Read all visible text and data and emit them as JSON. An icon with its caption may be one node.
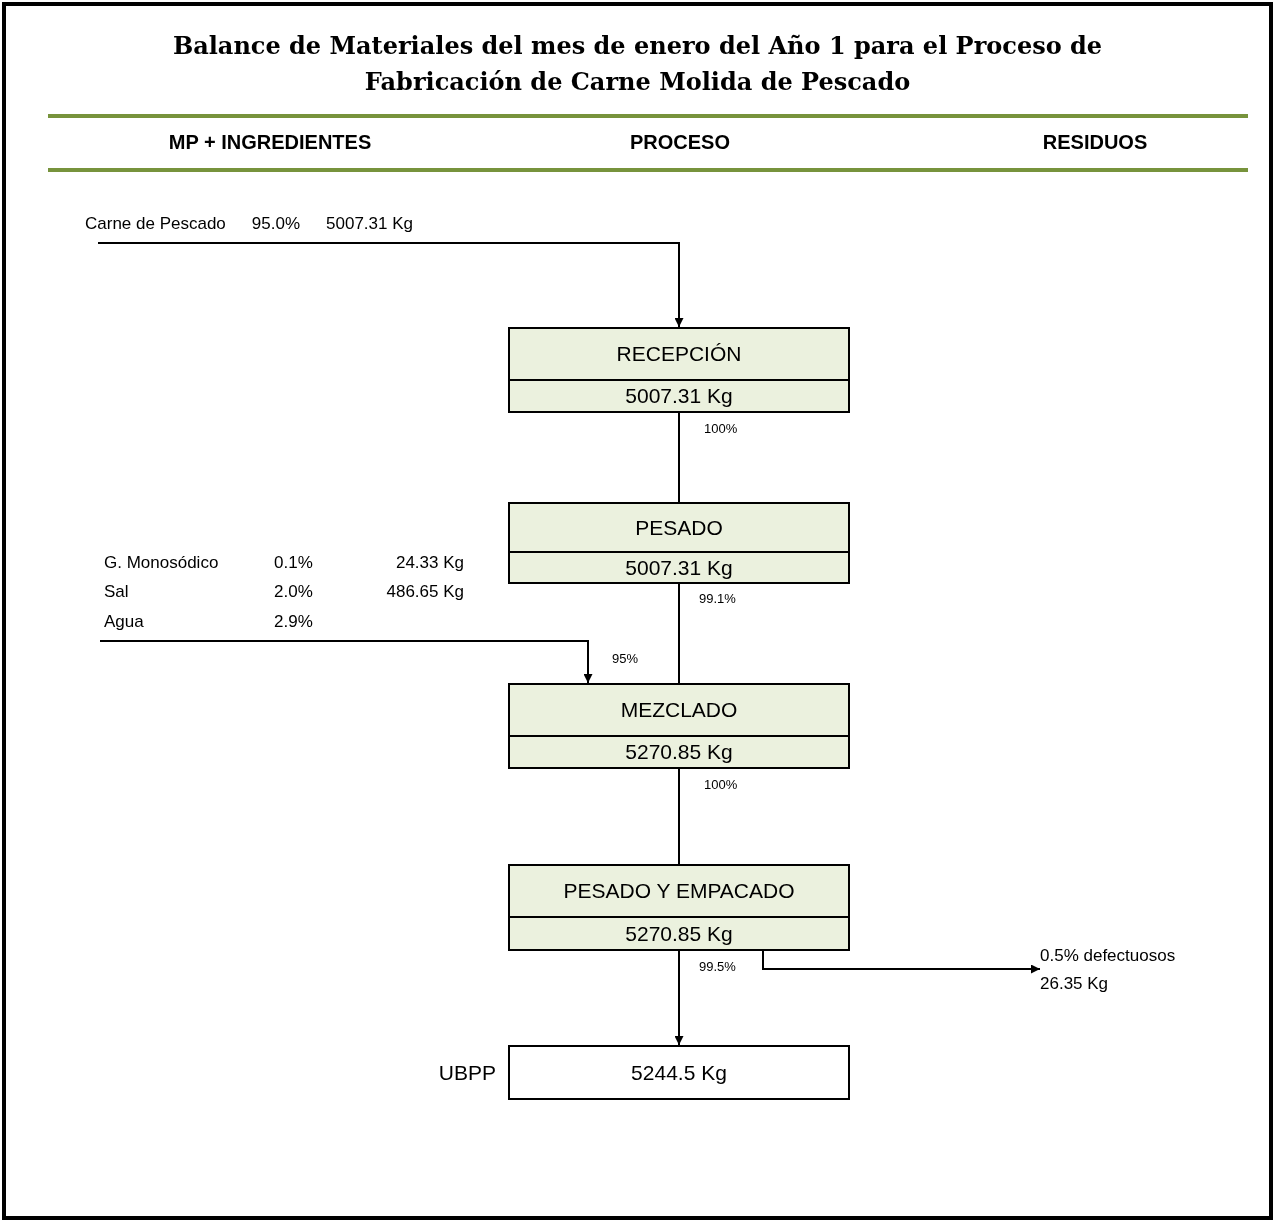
{
  "diagram": {
    "title": "Balance de Materiales del mes de enero del Año 1 para el Proceso de Fabricación de Carne Molida de Pescado",
    "nodes": [
      {
        "text": [
          "Carne de Pescado",
          "95.0%",
          "5007.31 Kg"
        ]
      },
      {
        "text": [
          "RECEPCIÓN",
          "5007.31 Kg"
        ]
      },
      {
        "text": [
          "PESADO",
          "5007.31 Kg"
        ]
      },
      {
        "text": [
          "G. Monosódico",
          "0.1%",
          "24.33 Kg",
          "Sal",
          "2.0%",
          "486.65 Kg",
          "Agua",
          "2.9%"
        ]
      },
      {
        "text": [
          "MEZCLADO",
          "5270.85 Kg"
        ]
      },
      {
        "text": [
          "PESADO Y EMPACADO",
          "5270.85 Kg"
        ]
      },
      {
        "text": [
          "5244.5 Kg"
        ],
        "beside": [
          "UBPP"
        ]
      },
      {
        "text": [
          "0.5% defectuosos",
          "26.35 Kg"
        ]
      }
    ],
    "edges": [
      {
        "from": 0,
        "to": 1,
        "arrow": "to"
      },
      {
        "from": 1,
        "to": 2,
        "arrow": "none",
        "label": "100%"
      },
      {
        "from": 3,
        "to": 4,
        "arrow": "to",
        "label": "95%"
      },
      {
        "from": 2,
        "to": 4,
        "arrow": "none",
        "label": "99.1%"
      },
      {
        "from": 4,
        "to": 5,
        "arrow": "none",
        "label": "100%"
      },
      {
        "from": 5,
        "to": 6,
        "arrow": "to",
        "label": "99.5%"
      },
      {
        "from": 5,
        "to": 7,
        "arrow": "to"
      }
    ],
    "labels": [
      "MP + INGREDIENTES",
      "PROCESO",
      "RESIDUOS"
    ]
  }
}
